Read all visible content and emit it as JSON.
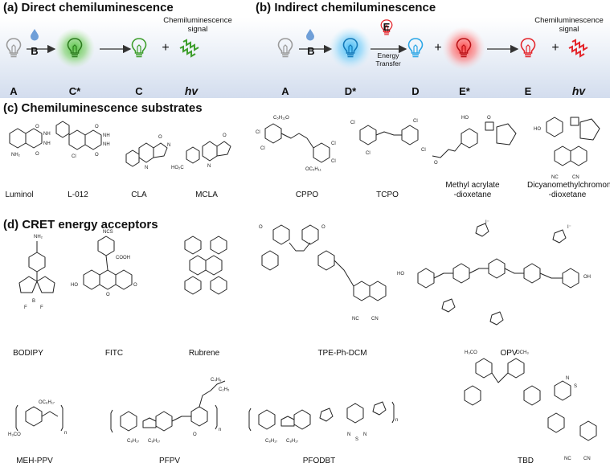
{
  "panel_a": {
    "title": "(a) Direct chemiluminescence",
    "label_a": "A",
    "label_b": "B",
    "label_cstar": "C*",
    "label_c": "C",
    "plus": "+",
    "hv": "hv",
    "signal": "Chemiluminescence signal"
  },
  "panel_b": {
    "title": "(b) Indirect chemiluminescence",
    "label_a": "A",
    "label_b": "B",
    "label_dstar": "D*",
    "label_e_top": "E",
    "energy_transfer": "Energy Transfer",
    "label_d": "D",
    "plus1": "+",
    "label_estar": "E*",
    "label_e": "E",
    "plus2": "+",
    "hv": "hv",
    "signal": "Chemiluminescence signal"
  },
  "panel_c": {
    "title": "(c) Chemiluminescence substrates",
    "substrates": [
      "Luminol",
      "L-012",
      "CLA",
      "MCLA",
      "CPPO",
      "TCPO",
      "Methyl acrylate -dioxetane",
      "Dicyanomethylchromone -dioxetane"
    ]
  },
  "panel_d": {
    "title": "(d) CRET energy acceptors",
    "acceptors": [
      "BODIPY",
      "FITC",
      "Rubrene",
      "TPE-Ph-DCM",
      "OPV",
      "MEH-PPV",
      "PFPV",
      "PFODBT",
      "TBD"
    ]
  },
  "colors": {
    "gray": "#9a9a9a",
    "green": "#3e9e2c",
    "blue": "#2aa6e6",
    "red": "#e4262c",
    "drop": "#6f9fd8",
    "glow_green": "#4fbf3a",
    "glow_blue": "#36b8f5",
    "glow_red": "#ff3b3b"
  },
  "icons": [
    "bulb-icon",
    "water-drop-icon",
    "glowing-bulb-icon",
    "light-wave-icon",
    "arrow-icon"
  ]
}
